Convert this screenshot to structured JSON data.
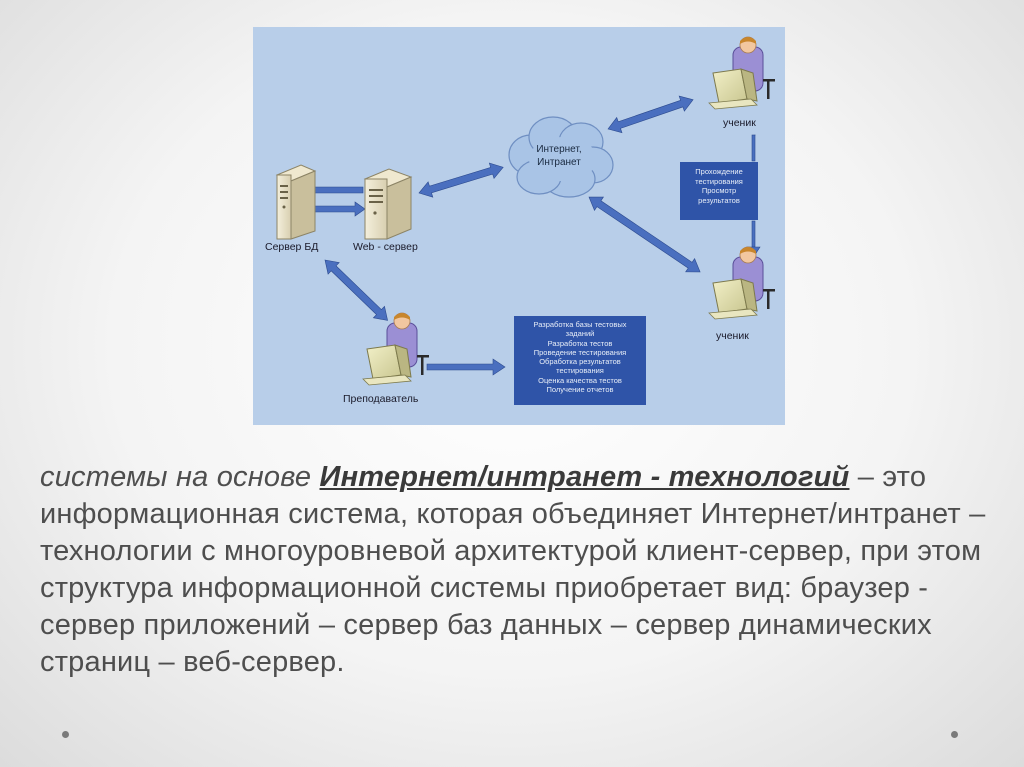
{
  "diagram": {
    "labels": {
      "db_server": "Сервер БД",
      "web_server": "Web - сервер",
      "cloud": [
        "Интернет,",
        "Интранет"
      ],
      "student_top": "ученик",
      "student_bottom": "ученик",
      "teacher": "Преподаватель"
    },
    "student_box": [
      "Прохождение",
      "тестирования",
      "Просмотр",
      "результатов"
    ],
    "teacher_box": [
      "Разработка базы тестовых",
      "заданий",
      "Разработка тестов",
      "Проведение тестирования",
      "Обработка результатов",
      "тестирования",
      "Оценка качества тестов",
      "Получение отчетов"
    ],
    "colors": {
      "background": "#b8cee9",
      "arrow": "#4a6fbf",
      "box": "#2f54a8",
      "cloud": "#a9c4e6"
    },
    "icons": [
      "server-icon",
      "cloud-icon",
      "person-at-computer-icon"
    ]
  },
  "caption": {
    "intro": "системы на основе ",
    "term": "Интернет/интранет - технологий",
    "body": " – это информационная система, которая объединяет Интернет/интранет – технологии с многоуровневой архитектурой клиент-сервер, при этом структура информационной системы приобретает вид: браузер - сервер приложений – сервер баз данных – сервер динамических страниц – веб-сервер."
  }
}
